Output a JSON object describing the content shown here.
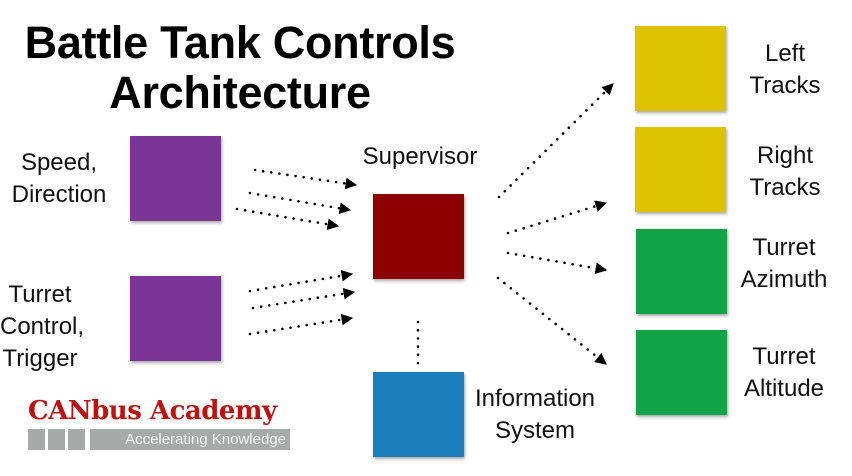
{
  "title": {
    "line1": "Battle Tank Controls",
    "line2": "Architecture"
  },
  "nodes": {
    "speed_direction": {
      "label_line1": "Speed,",
      "label_line2": "Direction",
      "color": "#7B3596"
    },
    "turret_control": {
      "label_line1": "Turret",
      "label_line2": "Control,",
      "label_line3": "Trigger",
      "color": "#7B3596"
    },
    "supervisor": {
      "label": "Supervisor",
      "color": "#8E0000"
    },
    "information_system": {
      "label_line1": "Information",
      "label_line2": "System",
      "color": "#1A7DBA"
    },
    "left_tracks": {
      "label_line1": "Left",
      "label_line2": "Tracks",
      "color": "#DFC200"
    },
    "right_tracks": {
      "label_line1": "Right",
      "label_line2": "Tracks",
      "color": "#DFC200"
    },
    "turret_azimuth": {
      "label_line1": "Turret",
      "label_line2": "Azimuth",
      "color": "#12A348"
    },
    "turret_altitude": {
      "label_line1": "Turret",
      "label_line2": "Altitude",
      "color": "#12A348"
    }
  },
  "edges": [
    {
      "from": "speed_direction",
      "to": "supervisor",
      "count": 3,
      "style": "dotted-arrow"
    },
    {
      "from": "turret_control",
      "to": "supervisor",
      "count": 3,
      "style": "dotted-arrow"
    },
    {
      "from": "supervisor",
      "to": "left_tracks",
      "style": "dotted-arrow"
    },
    {
      "from": "supervisor",
      "to": "right_tracks",
      "style": "dotted-arrow"
    },
    {
      "from": "supervisor",
      "to": "turret_azimuth",
      "style": "dotted-arrow"
    },
    {
      "from": "supervisor",
      "to": "turret_altitude",
      "style": "dotted-arrow"
    },
    {
      "from": "supervisor",
      "to": "information_system",
      "style": "dotted-line"
    }
  ],
  "logo": {
    "name": "CANbus Academy",
    "tagline": "Accelerating Knowledge",
    "color": "#C21010"
  }
}
